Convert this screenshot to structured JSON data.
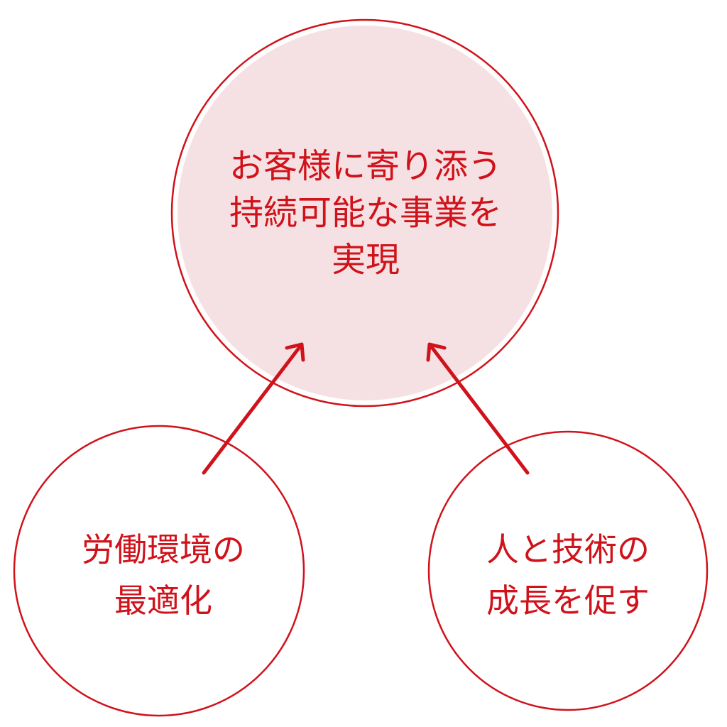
{
  "colors": {
    "accent": "#d0121b",
    "main_fill": "#f5e1e3",
    "background": "#ffffff"
  },
  "main_goal": {
    "lines": [
      "お客様に寄り添う",
      "持続可能な事業を",
      "実現"
    ]
  },
  "left_factor": {
    "lines": [
      "労働環境の",
      "最適化"
    ]
  },
  "right_factor": {
    "lines": [
      "人と技術の",
      "成長を促す"
    ]
  },
  "arrows": [
    {
      "from": "left_factor",
      "to": "main_goal",
      "icon": "arrow-up-right-icon"
    },
    {
      "from": "right_factor",
      "to": "main_goal",
      "icon": "arrow-up-left-icon"
    }
  ]
}
